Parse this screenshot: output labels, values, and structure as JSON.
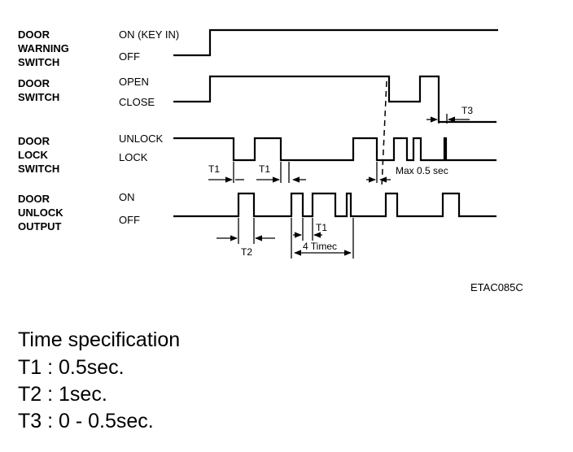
{
  "signals": {
    "door_warning_switch": {
      "label": [
        "DOOR",
        "WARNING",
        "SWITCH"
      ],
      "high_state": "ON (KEY IN)",
      "low_state": "OFF"
    },
    "door_switch": {
      "label": [
        "DOOR",
        "SWITCH"
      ],
      "high_state": "OPEN",
      "low_state": "CLOSE"
    },
    "door_lock_switch": {
      "label": [
        "DOOR",
        "LOCK",
        "SWITCH"
      ],
      "high_state": "UNLOCK",
      "low_state": "LOCK"
    },
    "door_unlock_output": {
      "label": [
        "DOOR",
        "UNLOCK",
        "OUTPUT"
      ],
      "high_state": "ON",
      "low_state": "OFF"
    }
  },
  "timing_labels": {
    "t1_a": "T1",
    "t1_b": "T1",
    "t1_c": "T1",
    "t2": "T2",
    "t3": "T3",
    "max": "Max 0.5 sec",
    "four_times": "4 Timec"
  },
  "figure_code": "ETAC085C",
  "spec": {
    "title": "Time specification",
    "t1": "T1 : 0.5sec.",
    "t2": "T2 : 1sec.",
    "t3": "T3 : 0 - 0.5sec."
  }
}
